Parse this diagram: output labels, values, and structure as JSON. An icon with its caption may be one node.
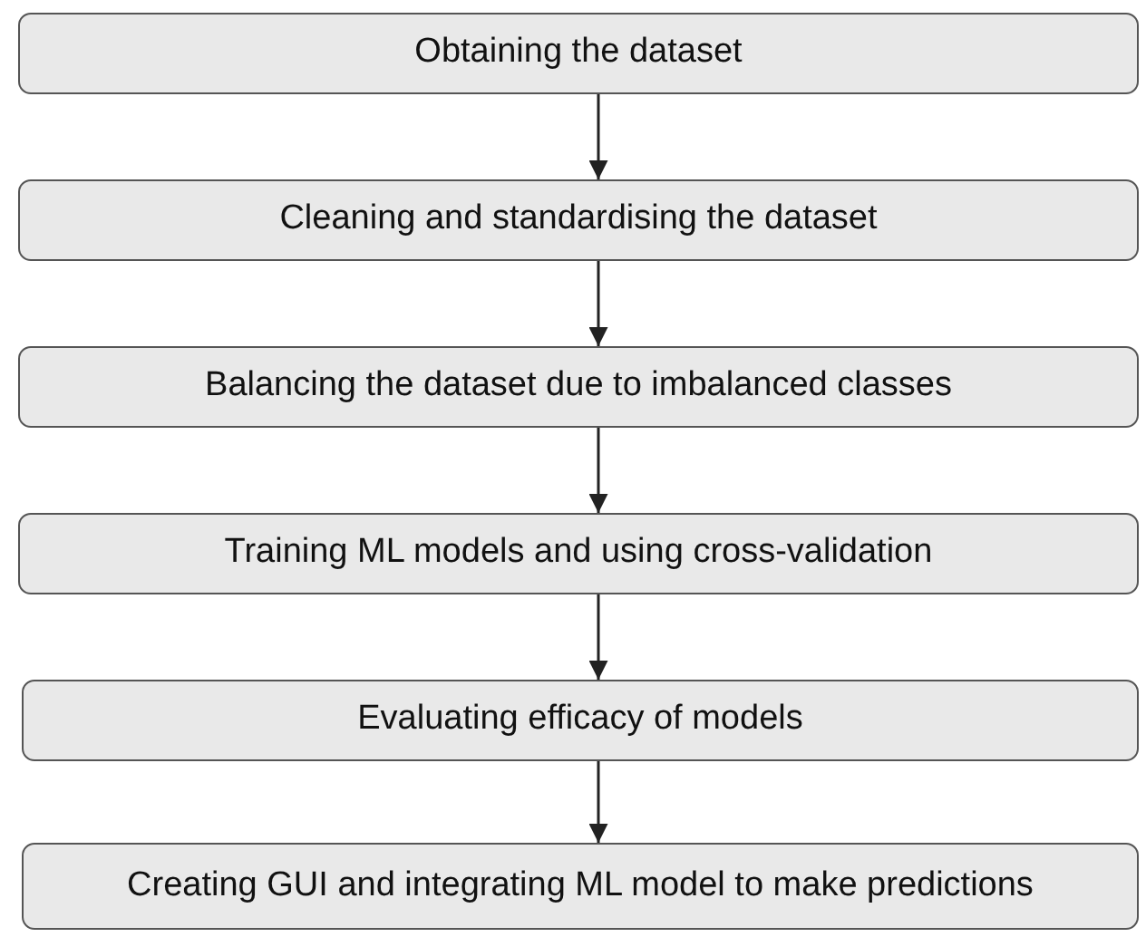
{
  "diagram": {
    "nodes": [
      {
        "text": [
          "Obtaining the dataset"
        ]
      },
      {
        "text": [
          "Cleaning and standardising the dataset"
        ]
      },
      {
        "text": [
          "Balancing the dataset due to imbalanced classes"
        ]
      },
      {
        "text": [
          "Training ML models and using cross-validation"
        ]
      },
      {
        "text": [
          "Evaluating efficacy of models"
        ]
      },
      {
        "text": [
          "Creating GUI and integrating ML model to make predictions"
        ]
      }
    ],
    "edges": [
      {
        "from": 0,
        "to": 1,
        "arrow": "to"
      },
      {
        "from": 1,
        "to": 2,
        "arrow": "to"
      },
      {
        "from": 2,
        "to": 3,
        "arrow": "to"
      },
      {
        "from": 3,
        "to": 4,
        "arrow": "to"
      },
      {
        "from": 4,
        "to": 5,
        "arrow": "to"
      }
    ]
  }
}
